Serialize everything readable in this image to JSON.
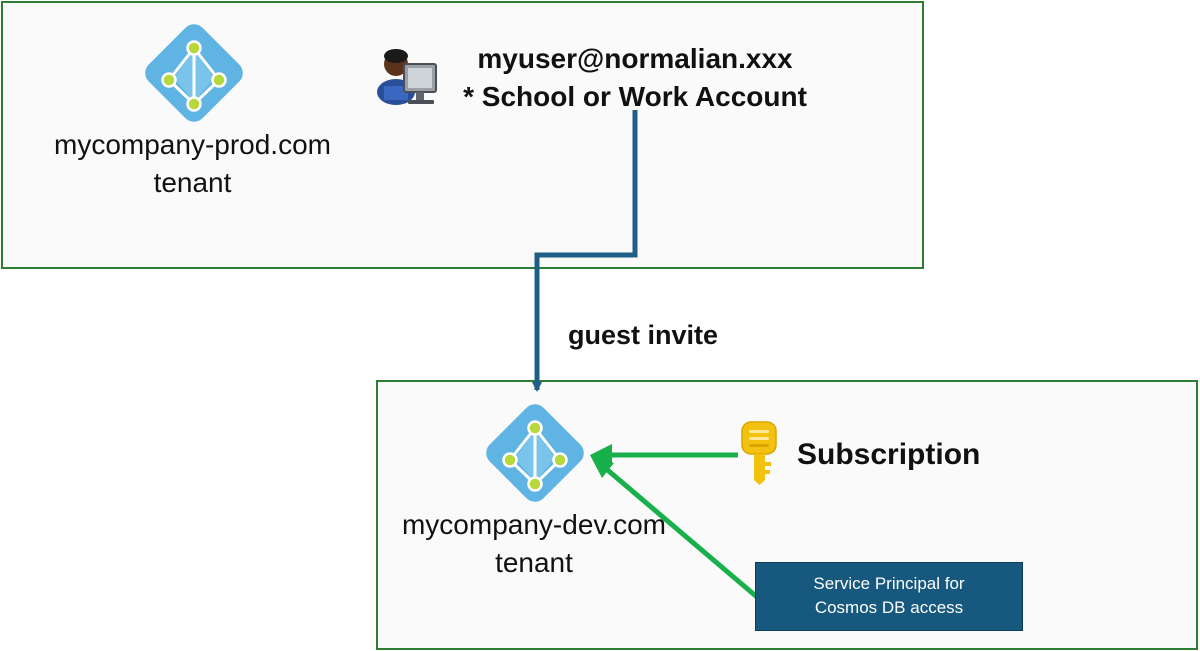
{
  "prod_tenant": {
    "name_line1": "mycompany-prod.com",
    "name_line2": "tenant",
    "icon": "entra-id-tenant-icon"
  },
  "user": {
    "email": "myuser@normalian.xxx",
    "account_type": "* School or Work Account",
    "icon": "user-at-computer-icon"
  },
  "link": {
    "label": "guest invite",
    "color": "#1f5f87"
  },
  "dev_tenant": {
    "name_line1": "mycompany-dev.com",
    "name_line2": "tenant",
    "icon": "entra-id-tenant-icon"
  },
  "subscription": {
    "label": "Subscription",
    "icon": "key-icon"
  },
  "service_principal": {
    "line1": "Service Principal for",
    "line2": "Cosmos DB access"
  },
  "colors": {
    "box_border": "#2e7d32",
    "box_fill": "#fafafa",
    "arrow_green": "#17b04a",
    "arrow_blue": "#1f5f87",
    "sp_fill": "#17587e",
    "tenant_icon": "#5fb4e3",
    "tenant_node": "#b6d83a"
  }
}
